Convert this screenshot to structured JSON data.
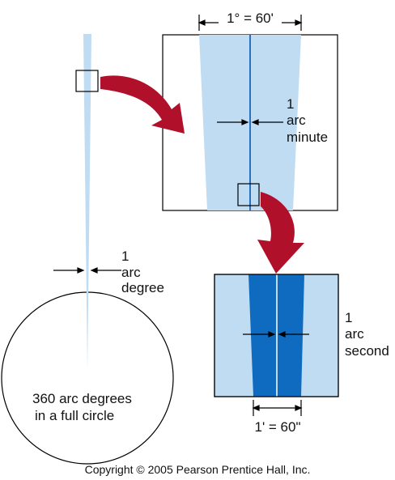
{
  "labels": {
    "degree_width": "1° = 60'",
    "arc_minute_num": "1",
    "arc_minute_word1": "arc",
    "arc_minute_word2": "minute",
    "arc_degree_num": "1",
    "arc_degree_word1": "arc",
    "arc_degree_word2": "degree",
    "arc_second_num": "1",
    "arc_second_word1": "arc",
    "arc_second_word2": "second",
    "minute_width": "1' = 60\"",
    "circle_line1": "360 arc degrees",
    "circle_line2": "in a full circle",
    "copyright": "Copyright © 2005 Pearson Prentice Hall, Inc."
  },
  "colors": {
    "light_blue": "#bfdcf3",
    "dark_blue": "#0f6bbf",
    "line_blue": "#2a6fc0",
    "arrow_red": "#b0102a",
    "black": "#000000",
    "white": "#ffffff"
  }
}
